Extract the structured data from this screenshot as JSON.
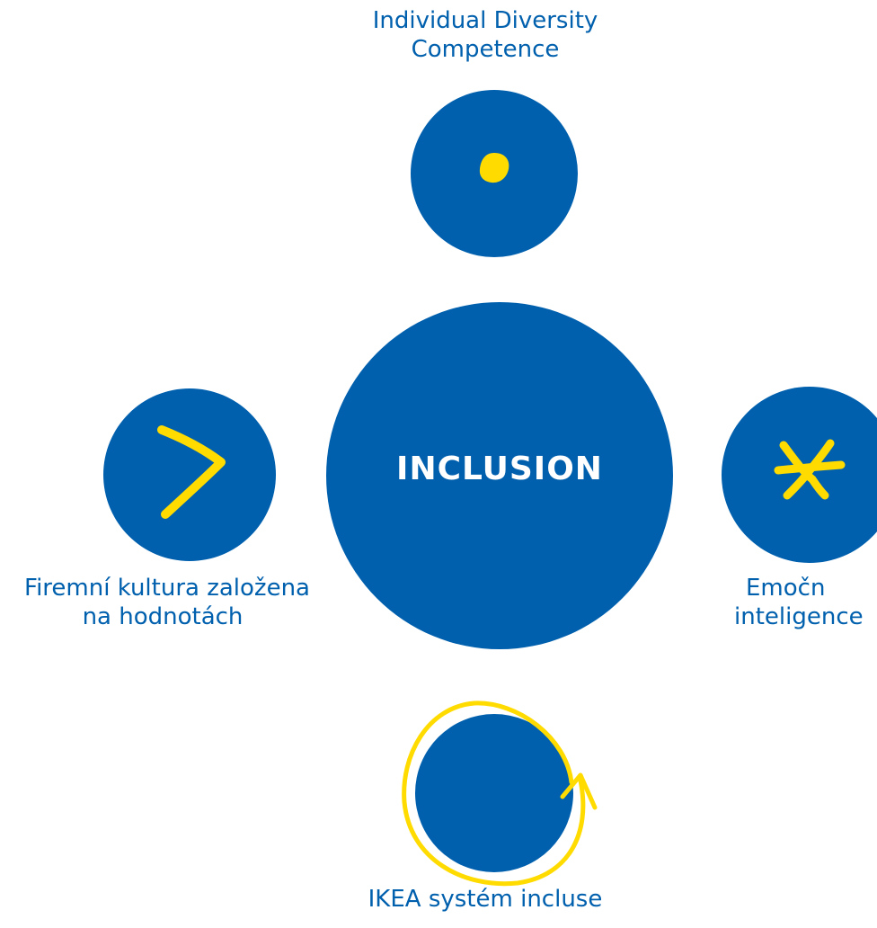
{
  "colors": {
    "circle_blue": "#0060AE",
    "accent_yellow": "#FFDB00",
    "label_blue": "#0060AE",
    "center_text": "#FFFFFF"
  },
  "center": {
    "title": "INCLUSION"
  },
  "nodes": {
    "top": {
      "label_line1": "Individual Diversity",
      "label_line2": "Competence",
      "icon": "dot-icon"
    },
    "left": {
      "label_line1": "Firemní kultura založena",
      "label_line2": "na hodnotách",
      "icon": "chevron-right-icon"
    },
    "right": {
      "label_line1": "Emočn",
      "label_line2": "inteligence",
      "icon": "asterisk-icon"
    },
    "bottom": {
      "label_line1": "IKEA systém incluse",
      "icon": "cycle-arrow-icon"
    }
  }
}
